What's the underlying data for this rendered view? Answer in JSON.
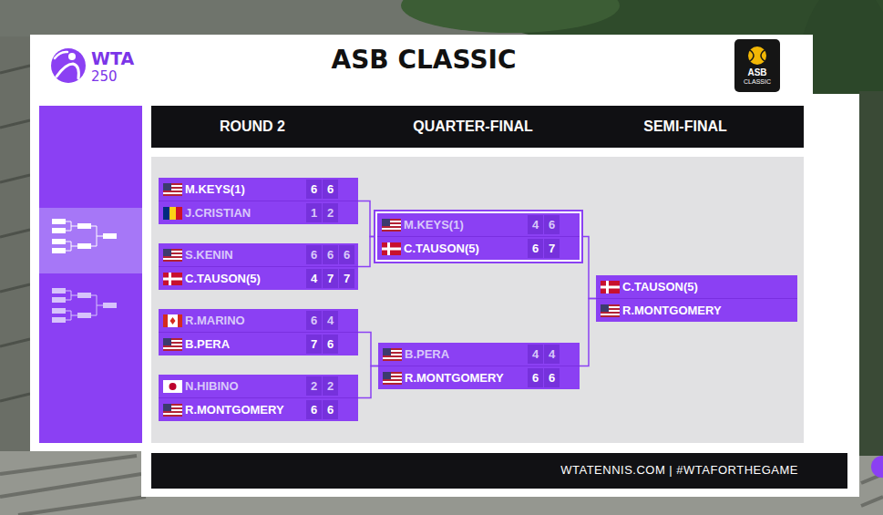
{
  "diagram": {
    "title": "ASB CLASSIC",
    "nodes": [
      {
        "text": [
          "M.KEYS(1)",
          "6",
          "6",
          "J.CRISTIAN",
          "1",
          "2"
        ]
      },
      {
        "text": [
          "S.KENIN",
          "6",
          "6",
          "6",
          "C.TAUSON(5)",
          "4",
          "7",
          "7"
        ]
      },
      {
        "text": [
          "R.MARINO",
          "6",
          "4",
          "B.PERA",
          "7",
          "6"
        ]
      },
      {
        "text": [
          "N.HIBINO",
          "2",
          "2",
          "R.MONTGOMERY",
          "6",
          "6"
        ]
      },
      {
        "text": [
          "M.KEYS(1)",
          "4",
          "6",
          "C.TAUSON(5)",
          "6",
          "7"
        ]
      },
      {
        "text": [
          "B.PERA",
          "4",
          "4",
          "R.MONTGOMERY",
          "6",
          "6"
        ]
      },
      {
        "text": [
          "C.TAUSON(5)",
          "R.MONTGOMERY"
        ]
      }
    ],
    "edges": [
      {
        "from": 0,
        "to": 4,
        "arrow": "none"
      },
      {
        "from": 1,
        "to": 4,
        "arrow": "none"
      },
      {
        "from": 2,
        "to": 5,
        "arrow": "none"
      },
      {
        "from": 3,
        "to": 5,
        "arrow": "none"
      },
      {
        "from": 4,
        "to": 6,
        "arrow": "none"
      },
      {
        "from": 5,
        "to": 6,
        "arrow": "none"
      }
    ],
    "labels": [
      "WTA",
      "250",
      "ROUND 2",
      "QUARTER-FINAL",
      "SEMI-FINAL",
      "ASB",
      "CLASSIC",
      "WTATENNIS.COM | #WTAFORTHEGAME"
    ]
  }
}
